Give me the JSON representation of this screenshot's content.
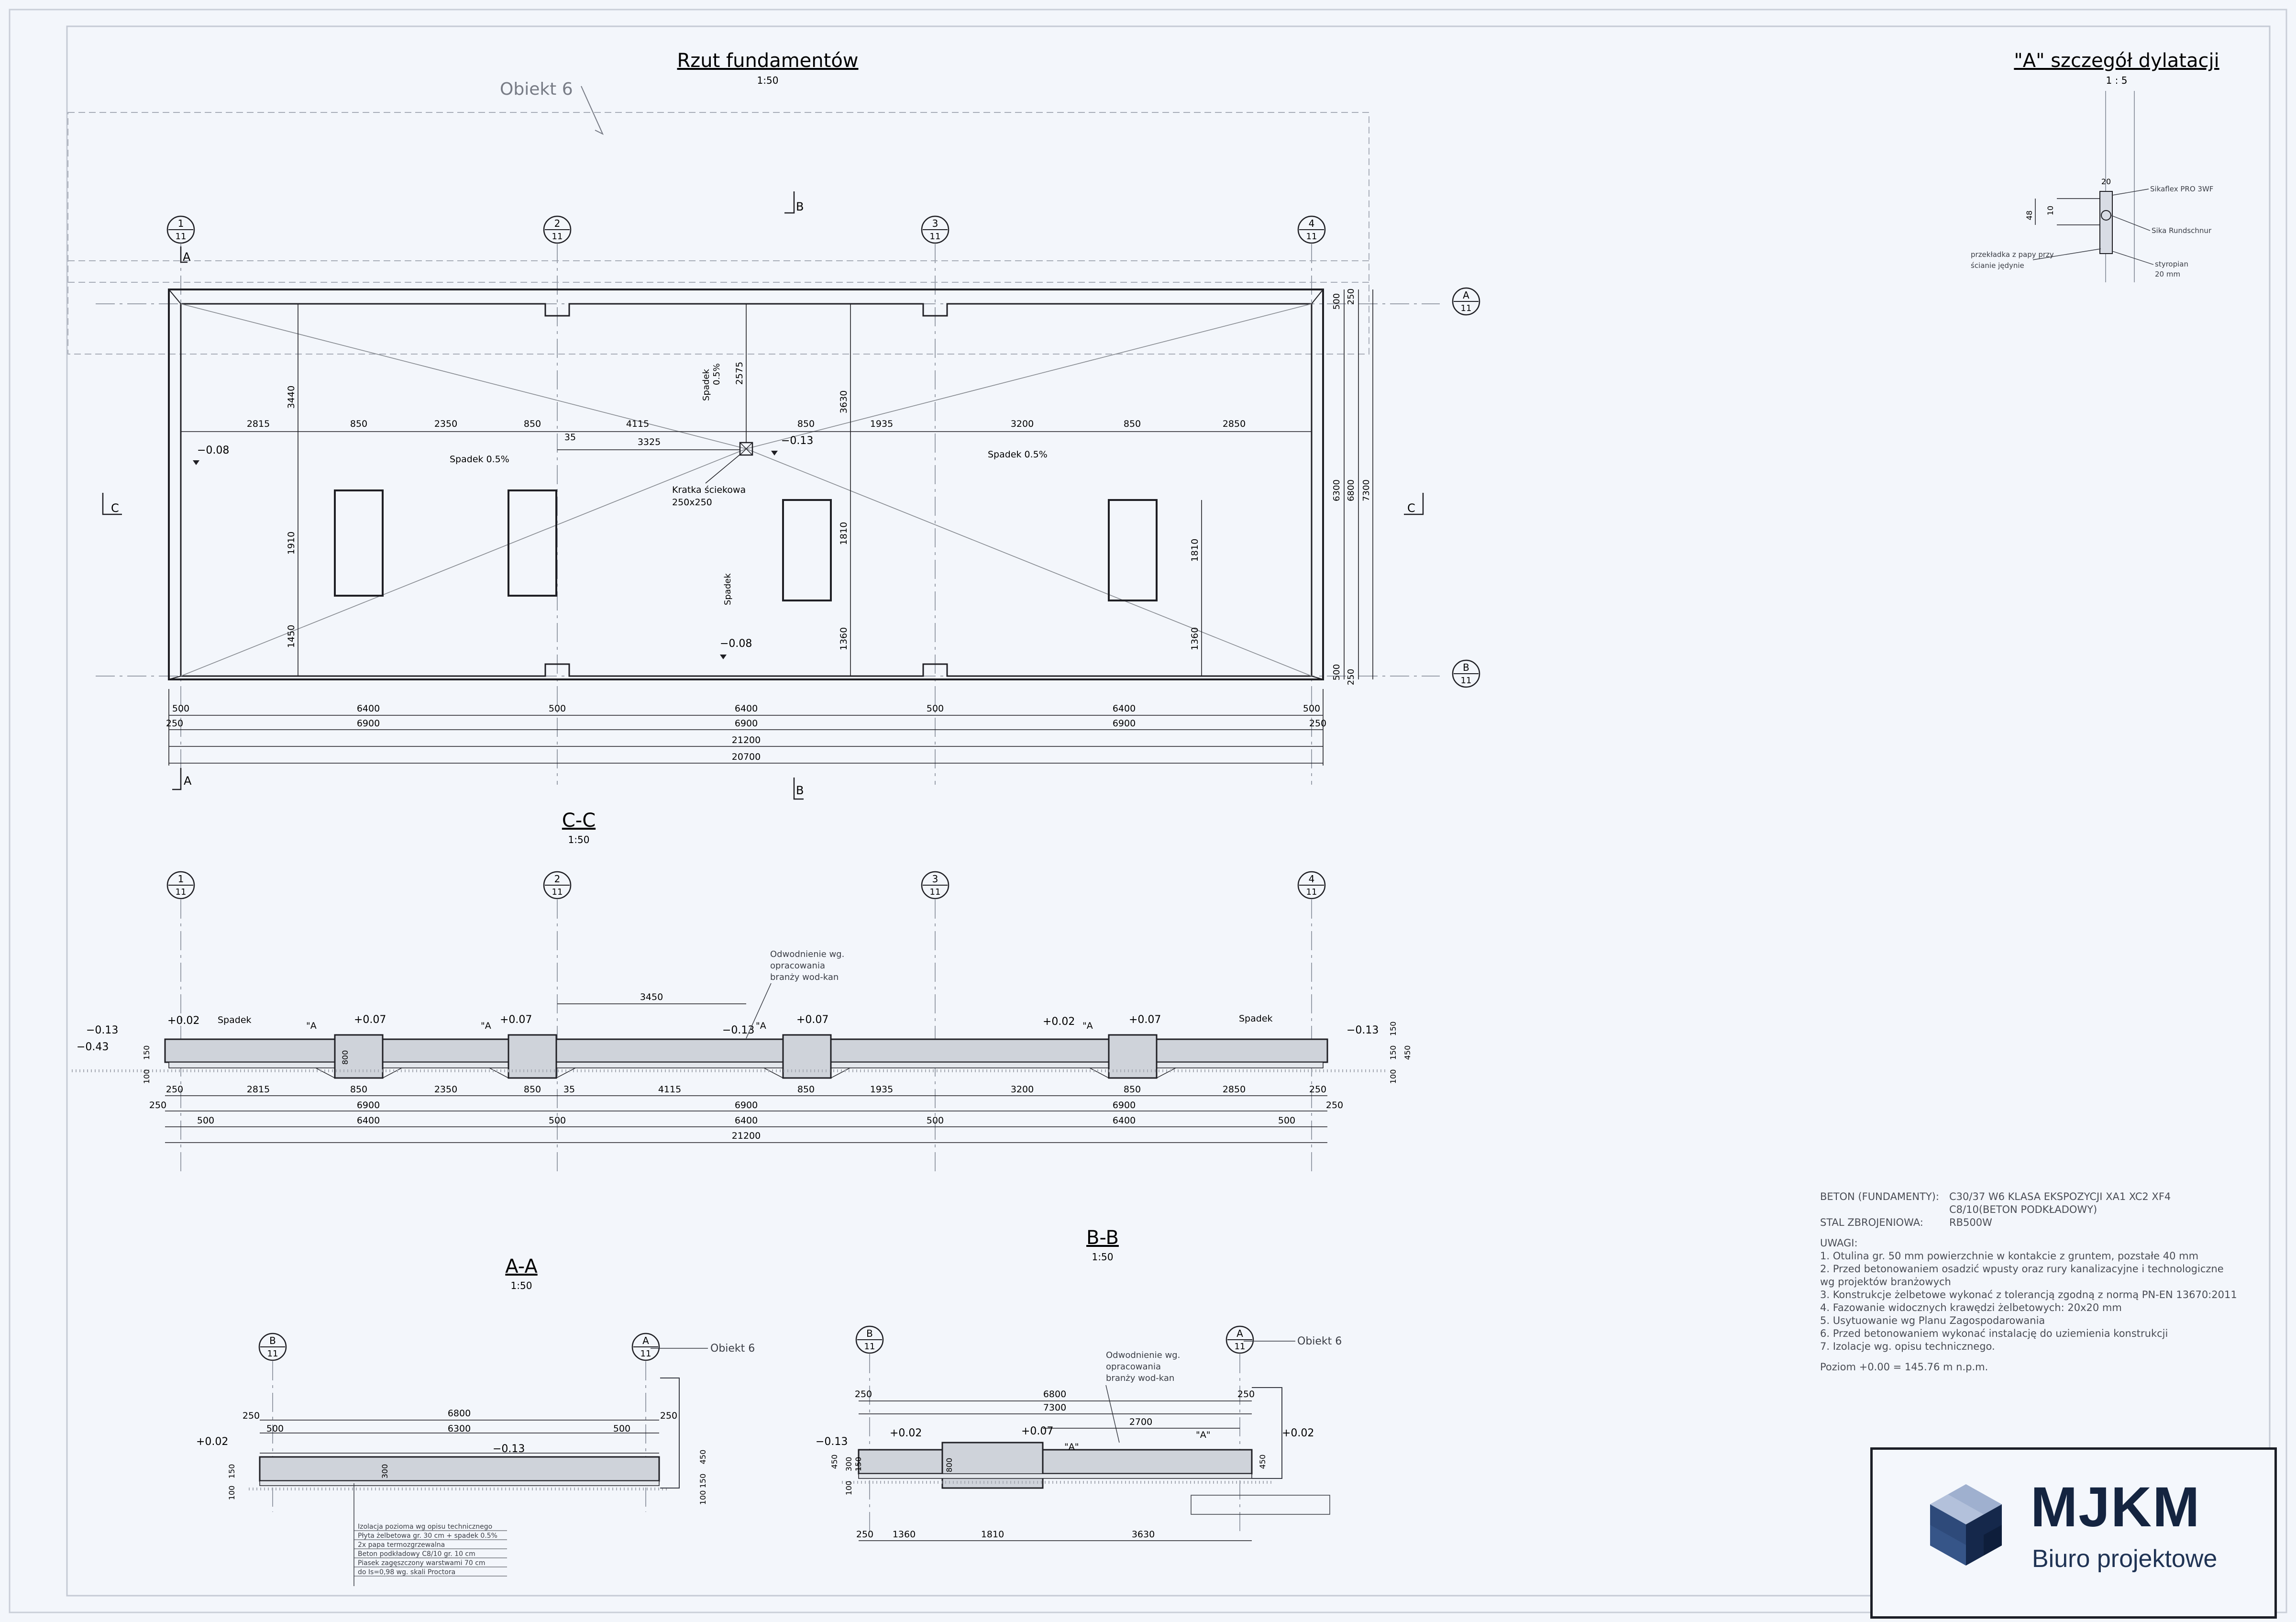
{
  "plan": {
    "title": "Rzut fundamentów",
    "scale": "1:50",
    "obiekt": "Obiekt 6",
    "axes": [
      {
        "n": "1",
        "s": "11"
      },
      {
        "n": "2",
        "s": "11"
      },
      {
        "n": "3",
        "s": "11"
      },
      {
        "n": "4",
        "s": "11"
      }
    ],
    "rows": [
      {
        "n": "A",
        "s": "11"
      },
      {
        "n": "B",
        "s": "11"
      }
    ],
    "section_marks": {
      "a": "A",
      "b": "B",
      "c": "C"
    },
    "levels": {
      "l1": "−0.08",
      "l2": "−0.13",
      "l3": "−0.08"
    },
    "slope": "Spadek 0.5%",
    "slope_short": "Spadek",
    "slope_pct": "0.5%",
    "drain": [
      "Kratka ściekowa",
      "250x250"
    ],
    "dims_top": [
      "2815",
      "850",
      "2350",
      "850",
      "35",
      "4115",
      "850",
      "1935",
      "3200",
      "850",
      "2850"
    ],
    "dim_3325": "3325",
    "dims_vert_left": [
      "3440",
      "1910",
      "1450"
    ],
    "dim_2575": "2575",
    "dims_vert_mid": [
      "3630",
      "1810",
      "1360"
    ],
    "dims_vert_right": [
      "1810",
      "1360"
    ],
    "dims_right": [
      "500",
      "6300",
      "6800",
      "7300",
      "250",
      "500",
      "250"
    ],
    "dims_bottom1": [
      "500",
      "6400",
      "500",
      "6400",
      "500",
      "6400",
      "500"
    ],
    "dims_bottom2": [
      "250",
      "6900",
      "6900",
      "6900",
      "250"
    ],
    "dims_total": [
      "21200",
      "20700"
    ]
  },
  "detail": {
    "title": "\"A\" szczegół dylatacji",
    "scale": "1 : 5",
    "labels": [
      "Sikaflex PRO 3WF",
      "Sika Rundschnur",
      "przekładka z papy przy",
      "ścianie jędynie",
      "styropian",
      "20 mm"
    ],
    "dims": [
      "20",
      "10",
      "48"
    ]
  },
  "section_cc": {
    "title": "C-C",
    "scale": "1:50",
    "levels": [
      "−0.13",
      "−0.43",
      "+0.02",
      "+0.07",
      "+0.07",
      "−0.13",
      "+0.07",
      "+0.02",
      "+0.07",
      "−0.13"
    ],
    "slope": "Spadek",
    "a_mark": "\"A",
    "drain_note": [
      "Odwodnienie wg.",
      "opracowania",
      "branży wod-kan"
    ],
    "dim_3450": "3450",
    "dims_row1": [
      "250",
      "2815",
      "850",
      "2350",
      "850",
      "35",
      "4115",
      "850",
      "1935",
      "3200",
      "850",
      "2850",
      "250"
    ],
    "dims_row2": [
      "250",
      "6900",
      "6900",
      "6900",
      "250"
    ],
    "dims_row3": [
      "500",
      "6400",
      "500",
      "6400",
      "500",
      "6400",
      "500"
    ],
    "total": "21200",
    "vert": [
      "150",
      "100",
      "800",
      "100",
      "150",
      "450",
      "150"
    ]
  },
  "section_aa": {
    "title": "A-A",
    "scale": "1:50",
    "axis_b": {
      "n": "B",
      "s": "11"
    },
    "axis_a": {
      "n": "A",
      "s": "11"
    },
    "obiekt": "Obiekt 6",
    "dims": [
      "6800",
      "250",
      "500",
      "6300",
      "500",
      "250"
    ],
    "levels": [
      "+0.02",
      "−0.13"
    ],
    "vert": [
      "100",
      "150",
      "450",
      "150",
      "300",
      "100"
    ],
    "legend": [
      "Izolacja pozioma wg opisu technicznego",
      "Płyta żelbetowa gr. 30 cm + spadek 0.5%",
      "2x papa termozgrzewalna",
      "Beton podkładowy C8/10 gr. 10 cm",
      "Piasek zagęszczony warstwami 70 cm",
      "do Is=0,98 wg. skali Proctora"
    ]
  },
  "section_bb": {
    "title": "B-B",
    "scale": "1:50",
    "axis_b": {
      "n": "B",
      "s": "11"
    },
    "axis_a": {
      "n": "A",
      "s": "11"
    },
    "obiekt": "Obiekt 6",
    "drain_note": [
      "Odwodnienie wg.",
      "opracowania",
      "branży wod-kan"
    ],
    "dims": [
      "250",
      "6800",
      "250",
      "7300",
      "2700"
    ],
    "levels": [
      "−0.13",
      "+0.02",
      "+0.07",
      "+0.02"
    ],
    "a_marks": [
      "\"A\"",
      "\"A\""
    ],
    "bottom": [
      "250",
      "1360",
      "1810",
      "3630"
    ],
    "vert": [
      "450",
      "100",
      "300",
      "150",
      "800",
      "450"
    ]
  },
  "notes": {
    "beton_label": "BETON (FUNDAMENTY):",
    "beton_value": "C30/37 W6 KLASA EKSPOZYCJI XA1 XC2 XF4",
    "beton_value2": "C8/10(BETON PODKŁADOWY)",
    "stal_label": "STAL ZBROJENIOWA:",
    "stal_value": "RB500W",
    "uwagi": "UWAGI:",
    "items": [
      "1. Otulina gr. 50 mm powierzchnie w kontakcie z gruntem, pozstałe 40 mm",
      "2. Przed betonowaniem osadzić wpusty oraz rury kanalizacyjne i technologiczne",
      "wg projektów branżowych",
      "3. Konstrukcje żelbetowe wykonać z tolerancją zgodną z normą PN-EN 13670:2011",
      "4. Fazowanie widocznych krawędzi żelbetowych: 20x20 mm",
      "5. Usytuowanie wg Planu Zagospodarowania",
      "6. Przed betonowaniem wykonać instalację do uziemienia konstrukcji",
      "7. Izolacje wg. opisu technicznego."
    ],
    "poziom": "Poziom +0.00 = 145.76 m n.p.m."
  },
  "logo": {
    "name": "MJKM",
    "subtitle": "Biuro projektowe"
  }
}
